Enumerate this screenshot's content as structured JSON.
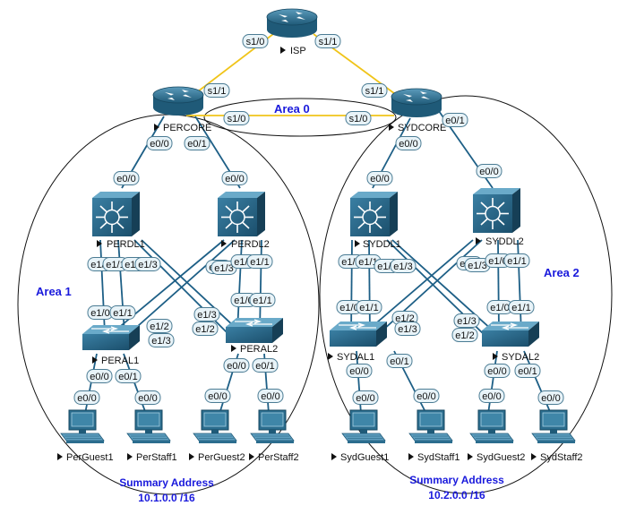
{
  "devices": {
    "isp": "ISP",
    "percore": "PERCORE",
    "sydcore": "SYDCORE",
    "perdl1": "PERDL1",
    "perdl2": "PERDL2",
    "syddl1": "SYDDL1",
    "syddl2": "SYDDL2",
    "peral1": "PERAL1",
    "peral2": "PERAL2",
    "sydal1": "SYDAL1",
    "sydal2": "SYDAL2",
    "perguest1": "PerGuest1",
    "perstaff1": "PerStaff1",
    "perguest2": "PerGuest2",
    "perstaff2": "PerStaff2",
    "sydguest1": "SydGuest1",
    "sydstaff1": "SydStaff1",
    "sydguest2": "SydGuest2",
    "sydstaff2": "SydStaff2"
  },
  "areas": {
    "area0": "Area 0",
    "area1": "Area 1",
    "area2": "Area 2"
  },
  "summary": {
    "per_title": "Summary Address",
    "per_value": "10.1.0.0 /16",
    "syd_title": "Summary Address",
    "syd_value": "10.2.0.0 /16"
  },
  "ports": {
    "isp_s10": "s1/0",
    "isp_s11": "s1/1",
    "percore_s11": "s1/1",
    "percore_s10": "s1/0",
    "sydcore_s11": "s1/1",
    "sydcore_s10": "s1/0",
    "percore_e00": "e0/0",
    "percore_e01": "e0/1",
    "sydcore_e00": "e0/0",
    "sydcore_e01": "e0/1",
    "perdl1_e00": "e0/0",
    "perdl2_e00": "e0/0",
    "syddl1_e00": "e0/0",
    "syddl2_e00": "e0/0",
    "perdl1_e10": "e1/0",
    "perdl1_e11": "e1/1",
    "perdl1_e12": "e1/2",
    "perdl1_e13": "e1/3",
    "perdl2_e12": "e1/2",
    "perdl2_e13": "e1/3",
    "perdl2_e10": "e1/0",
    "perdl2_e11": "e1/1",
    "peral1_e10": "e1/0",
    "peral1_e11": "e1/1",
    "peral1_e12": "e1/2",
    "peral1_e13": "e1/3",
    "peral2_e10": "e1/0",
    "peral2_e11": "e1/1",
    "peral2_e13": "e1/3",
    "peral2_e12": "e1/2",
    "peral1_e00": "e0/0",
    "peral1_e01": "e0/1",
    "peral2_e00": "e0/0",
    "peral2_e01": "e0/1",
    "perguest1_e00": "e0/0",
    "perstaff1_e00": "e0/0",
    "perguest2_e00": "e0/0",
    "perstaff2_e00": "e0/0",
    "syddl1_e10": "e1/0",
    "syddl1_e11": "e1/1",
    "syddl1_e12": "e1/2",
    "syddl1_e13": "e1/3",
    "syddl2_e12": "e1/2",
    "syddl2_e13": "e1/3",
    "syddl2_e10": "e1/0",
    "syddl2_e11": "e1/1",
    "sydal1_e10": "e1/0",
    "sydal1_e11": "e1/1",
    "sydal1_e12": "e1/2",
    "sydal1_e13": "e1/3",
    "sydal2_e10": "e1/0",
    "sydal2_e11": "e1/1",
    "sydal2_e13": "e1/3",
    "sydal2_e12": "e1/2",
    "sydal1_e00": "e0/0",
    "sydal1_e01": "e0/1",
    "sydal2_e00": "e0/0",
    "sydal2_e01": "e0/1",
    "sydguest1_e00": "e0/0",
    "sydstaff1_e00": "e0/0",
    "sydguest2_e00": "e0/0",
    "sydstaff2_e00": "e0/0"
  },
  "colors": {
    "wan_link": "#f0c419",
    "lan_link": "#1d5f86",
    "device_fill": "#2b6d8e",
    "area_text": "#1a1adc"
  }
}
